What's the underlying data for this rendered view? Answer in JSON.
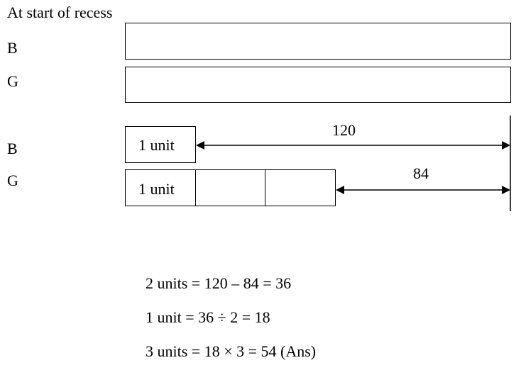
{
  "diagram": {
    "title": "At start of recess",
    "top_model": {
      "row_boys_label": "B",
      "row_girls_label": "G"
    },
    "bottom_model": {
      "row_boys_label": "B",
      "row_girls_label": "G",
      "boys_unit_label": "1 unit",
      "girls_unit_label": "1 unit",
      "boys_difference_label": "120",
      "girls_difference_label": "84"
    },
    "working": [
      "2 units = 120 – 84 = 36",
      "1 unit = 36 ÷ 2 = 18",
      "3 units = 18 × 3 = 54 (Ans)"
    ]
  }
}
